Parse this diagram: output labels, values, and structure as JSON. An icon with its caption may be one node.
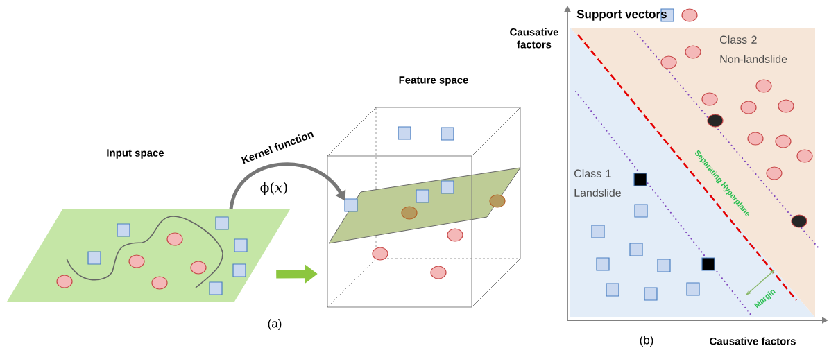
{
  "diagram": {
    "nodes": [
      {
        "text": [
          "Input space"
        ]
      },
      {
        "text": [
          "Feature space"
        ]
      }
    ],
    "edges": [
      {
        "from": 0,
        "to": 1,
        "arrow": "to",
        "label": "Kernel function",
        "color": "#777777"
      },
      {
        "from": 0,
        "to": 1,
        "arrow": "to",
        "style": "thick",
        "color": "#8cc63f"
      }
    ],
    "labels": [
      "ϕ(*x*)",
      "(a)",
      "Causative factors",
      "Support vectors",
      "Class 2 Non-landslide",
      "Separating Hyperplane",
      "Class 1 Landslide",
      "Margin",
      "(b)",
      "Causative factors"
    ]
  }
}
